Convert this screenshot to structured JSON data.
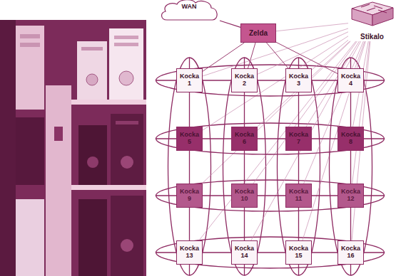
{
  "diagram": {
    "nodes": [
      {
        "text": [
          "WAN"
        ]
      },
      {
        "text": [
          "Zelda"
        ]
      },
      {
        "text": [
          "Stikalo"
        ]
      },
      {
        "text": [
          "Kocka 1"
        ]
      },
      {
        "text": [
          "Kocka 2"
        ]
      },
      {
        "text": [
          "Kocka 3"
        ]
      },
      {
        "text": [
          "Kocka 4"
        ]
      },
      {
        "text": [
          "Kocka 5"
        ]
      },
      {
        "text": [
          "Kocka 6"
        ]
      },
      {
        "text": [
          "Kocka 7"
        ]
      },
      {
        "text": [
          "Kocka 8"
        ]
      },
      {
        "text": [
          "Kocka 9"
        ]
      },
      {
        "text": [
          "Kocka 10"
        ]
      },
      {
        "text": [
          "Kocka 11"
        ]
      },
      {
        "text": [
          "Kocka 12"
        ]
      },
      {
        "text": [
          "Kocka 13"
        ]
      },
      {
        "text": [
          "Kocka 14"
        ]
      },
      {
        "text": [
          "Kocka 15"
        ]
      },
      {
        "text": [
          "Kocka 16"
        ]
      }
    ],
    "edges": [
      {
        "from": 0,
        "to": 1,
        "arrow": "none"
      },
      {
        "from": 2,
        "to": 1,
        "arrow": "none"
      },
      {
        "from": 1,
        "to": 3,
        "arrow": "none"
      },
      {
        "from": 1,
        "to": 4,
        "arrow": "none"
      },
      {
        "from": 1,
        "to": 5,
        "arrow": "none"
      },
      {
        "from": 1,
        "to": 6,
        "arrow": "none"
      },
      {
        "from": 2,
        "to": 3,
        "arrow": "none"
      },
      {
        "from": 2,
        "to": 4,
        "arrow": "none"
      },
      {
        "from": 2,
        "to": 5,
        "arrow": "none"
      },
      {
        "from": 2,
        "to": 6,
        "arrow": "none"
      },
      {
        "from": 2,
        "to": 7,
        "arrow": "none"
      },
      {
        "from": 2,
        "to": 8,
        "arrow": "none"
      },
      {
        "from": 2,
        "to": 9,
        "arrow": "none"
      },
      {
        "from": 2,
        "to": 10,
        "arrow": "none"
      },
      {
        "from": 2,
        "to": 11,
        "arrow": "none"
      },
      {
        "from": 2,
        "to": 12,
        "arrow": "none"
      },
      {
        "from": 2,
        "to": 13,
        "arrow": "none"
      },
      {
        "from": 2,
        "to": 14,
        "arrow": "none"
      },
      {
        "from": 2,
        "to": 15,
        "arrow": "none"
      },
      {
        "from": 2,
        "to": 16,
        "arrow": "none"
      },
      {
        "from": 2,
        "to": 17,
        "arrow": "none"
      },
      {
        "from": 2,
        "to": 18,
        "arrow": "none"
      },
      {
        "from": 3,
        "to": 4,
        "arrow": "none"
      },
      {
        "from": 4,
        "to": 5,
        "arrow": "none"
      },
      {
        "from": 5,
        "to": 6,
        "arrow": "none"
      },
      {
        "from": 7,
        "to": 8,
        "arrow": "none"
      },
      {
        "from": 8,
        "to": 9,
        "arrow": "none"
      },
      {
        "from": 9,
        "to": 10,
        "arrow": "none"
      },
      {
        "from": 11,
        "to": 12,
        "arrow": "none"
      },
      {
        "from": 12,
        "to": 13,
        "arrow": "none"
      },
      {
        "from": 13,
        "to": 14,
        "arrow": "none"
      },
      {
        "from": 15,
        "to": 16,
        "arrow": "none"
      },
      {
        "from": 16,
        "to": 17,
        "arrow": "none"
      },
      {
        "from": 17,
        "to": 18,
        "arrow": "none"
      },
      {
        "from": 3,
        "to": 6,
        "arrow": "none"
      },
      {
        "from": 7,
        "to": 10,
        "arrow": "none"
      },
      {
        "from": 11,
        "to": 14,
        "arrow": "none"
      },
      {
        "from": 15,
        "to": 18,
        "arrow": "none"
      },
      {
        "from": 3,
        "to": 7,
        "arrow": "none"
      },
      {
        "from": 7,
        "to": 11,
        "arrow": "none"
      },
      {
        "from": 11,
        "to": 15,
        "arrow": "none"
      },
      {
        "from": 4,
        "to": 8,
        "arrow": "none"
      },
      {
        "from": 8,
        "to": 12,
        "arrow": "none"
      },
      {
        "from": 12,
        "to": 16,
        "arrow": "none"
      },
      {
        "from": 5,
        "to": 9,
        "arrow": "none"
      },
      {
        "from": 9,
        "to": 13,
        "arrow": "none"
      },
      {
        "from": 13,
        "to": 17,
        "arrow": "none"
      },
      {
        "from": 6,
        "to": 10,
        "arrow": "none"
      },
      {
        "from": 10,
        "to": 14,
        "arrow": "none"
      },
      {
        "from": 14,
        "to": 18,
        "arrow": "none"
      },
      {
        "from": 3,
        "to": 15,
        "arrow": "none"
      },
      {
        "from": 4,
        "to": 16,
        "arrow": "none"
      },
      {
        "from": 5,
        "to": 17,
        "arrow": "none"
      },
      {
        "from": 6,
        "to": 18,
        "arrow": "none"
      }
    ]
  }
}
